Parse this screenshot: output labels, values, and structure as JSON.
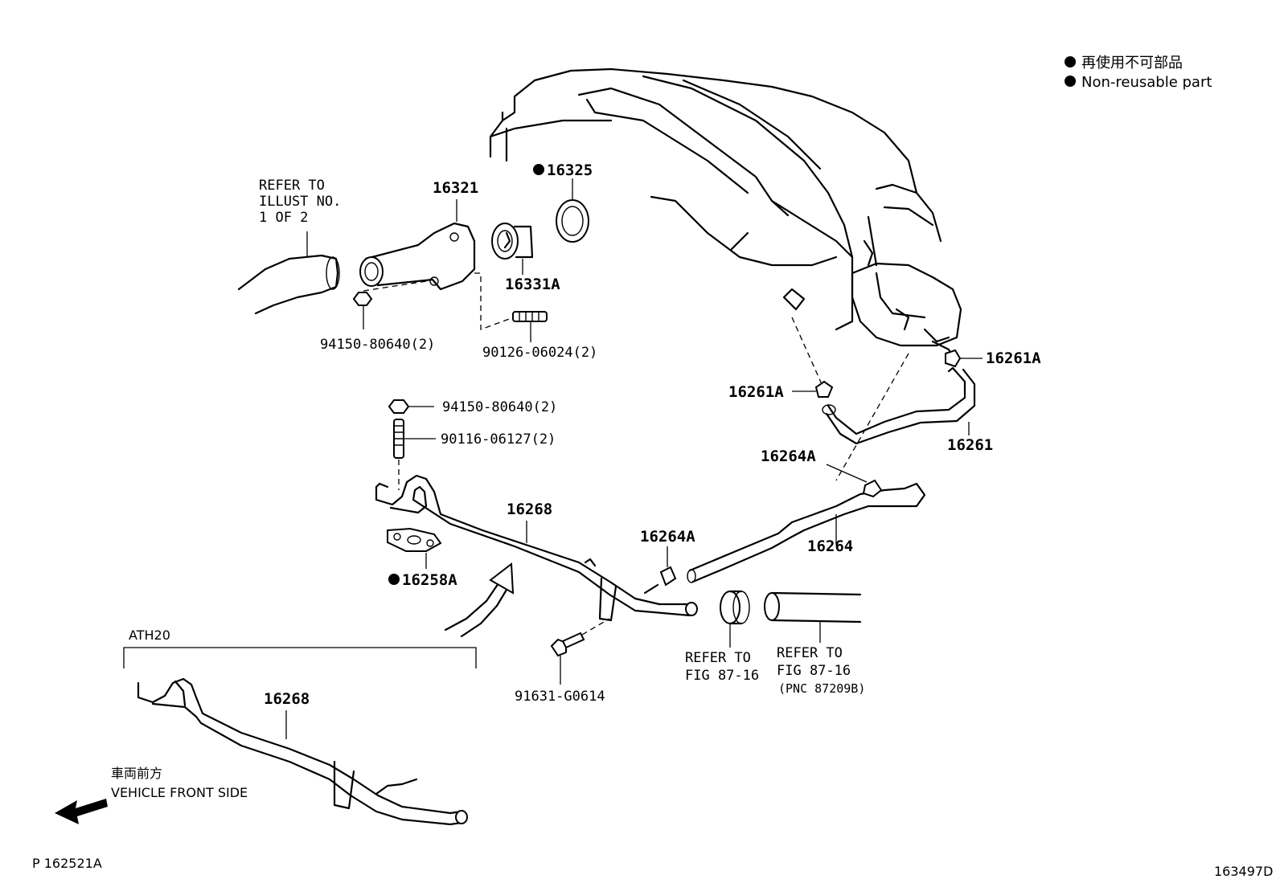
{
  "legend": {
    "bullet_color": "#000000",
    "line_jp": "再使用不可部品",
    "line_en": "Non-reusable part"
  },
  "callouts": {
    "refer_illust": [
      "REFER TO",
      "ILLUST NO.",
      "1 OF 2"
    ],
    "p16321": "16321",
    "p16325": "16325",
    "p16331A": "16331A",
    "p94150_top": "94150-80640(2)",
    "p90126": "90126-06024(2)",
    "p16261A_right": "16261A",
    "p16261A_left": "16261A",
    "p16261": "16261",
    "p94150_mid": "94150-80640(2)",
    "p90116": "90116-06127(2)",
    "p16264A_upper": "16264A",
    "p16268_main": "16268",
    "p16264": "16264",
    "p16264A_lower": "16264A",
    "p16258A": "16258A",
    "p91631": "91631-G0614",
    "refer_fig_1": [
      "REFER TO",
      "FIG 87-16"
    ],
    "refer_fig_2": [
      "REFER TO",
      "FIG 87-16",
      "(PNC 87209B)"
    ],
    "variant_label": "ATH20",
    "p16268_variant": "16268"
  },
  "direction": {
    "line_jp": "車両前方",
    "line_en": "VEHICLE FRONT SIDE"
  },
  "footer": {
    "left_code": "P 162521A",
    "right_code": "163497D"
  }
}
